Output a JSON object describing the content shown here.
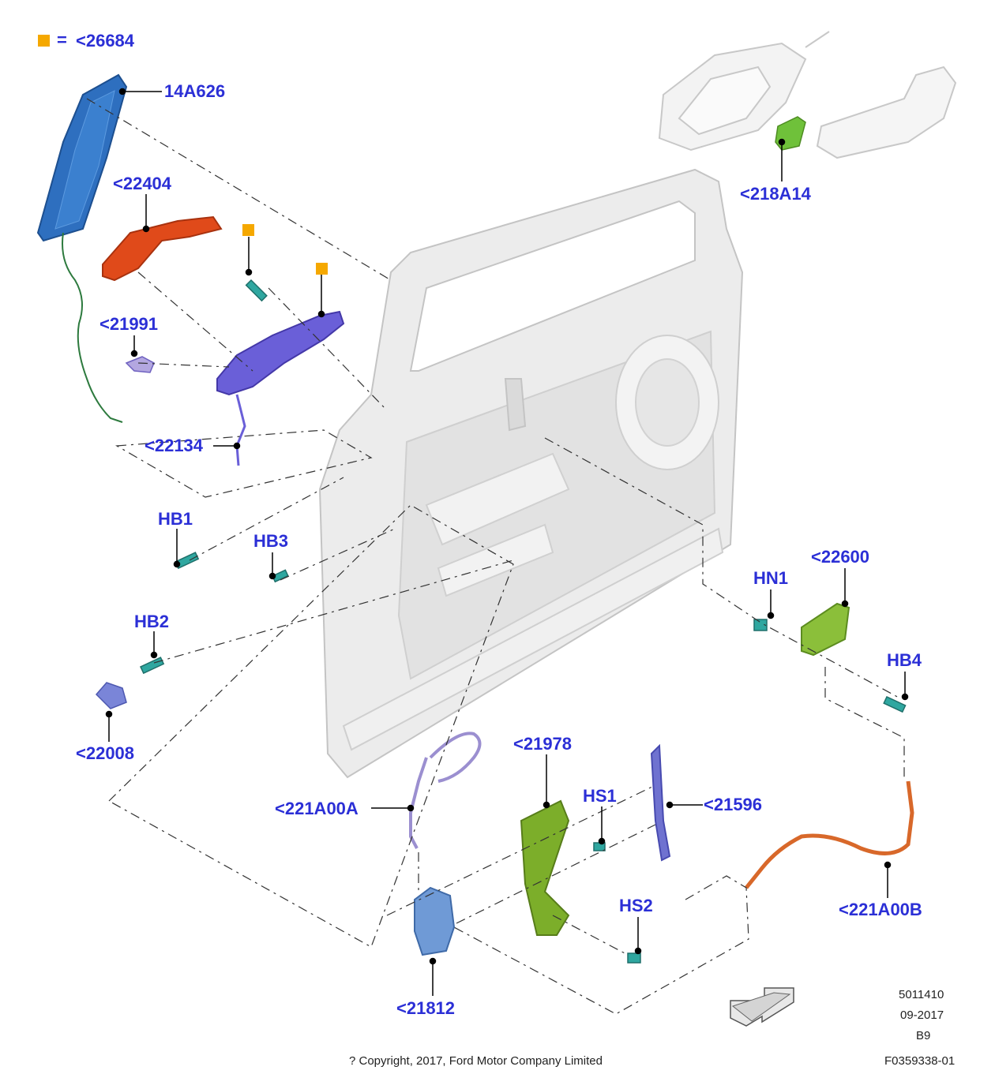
{
  "legend": {
    "equals": "=",
    "ref": "<26684"
  },
  "callouts": {
    "p14A626": "14A626",
    "p22404": "<22404",
    "p21991": "<21991",
    "p22134": "<22134",
    "pHB1": "HB1",
    "pHB3": "HB3",
    "pHB2": "HB2",
    "p22008": "<22008",
    "p218A14": "<218A14",
    "pHN1": "HN1",
    "p22600": "<22600",
    "pHB4": "HB4",
    "p21978": "<21978",
    "pHS1": "HS1",
    "p21596": "<21596",
    "p221A00A": "<221A00A",
    "pHS2": "HS2",
    "p21812": "<21812",
    "p221A00B": "<221A00B"
  },
  "footer": {
    "code1": "5011410",
    "date": "09-2017",
    "variant": "B9",
    "figure_id": "F0359338-01",
    "copyright": "? Copyright, 2017, Ford Motor Company Limited"
  },
  "colors": {
    "label": "#2b2fd6",
    "marker": "#f5a800",
    "door": "#e8e8e8",
    "applique": "#2e6fbf",
    "handle_red": "#e04a1a",
    "bracket_purple": "#6a5fd8",
    "carrier_green": "#7cae2a",
    "latch_blue": "#6f9ad6",
    "cable_orange": "#d8682a"
  }
}
